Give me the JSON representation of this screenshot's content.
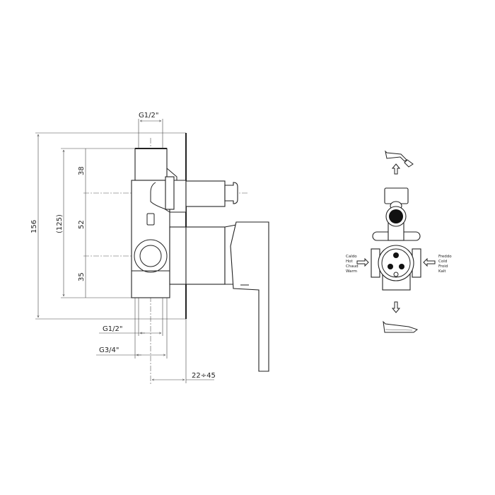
{
  "side_view": {
    "dimensions": {
      "overall_height": "156",
      "body_height": "(125)",
      "top_segment": "38",
      "middle_segment": "52",
      "bottom_segment": "35",
      "top_connection": "G1/2\"",
      "bottom_connection_1": "G1/2\"",
      "bottom_connection_2": "G3/4\"",
      "wall_depth": "22÷45"
    }
  },
  "front_view": {
    "hot_labels": [
      "Caldo",
      "Hot",
      "Chaud",
      "Warm"
    ],
    "cold_labels": [
      "Freddo",
      "Cold",
      "Froid",
      "Kalt"
    ]
  }
}
